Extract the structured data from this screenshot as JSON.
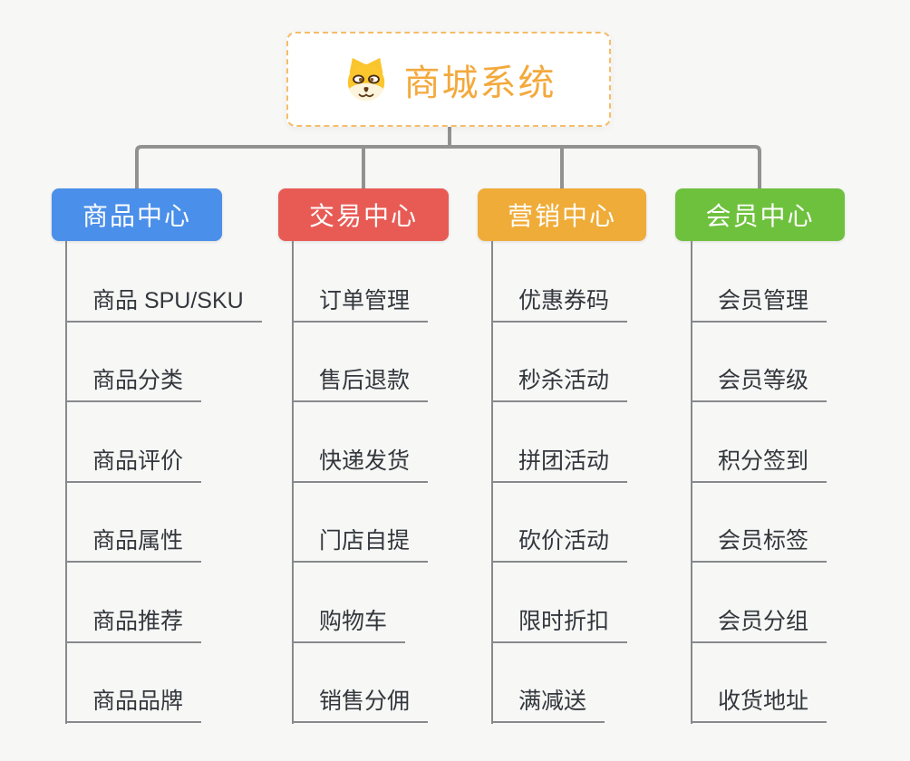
{
  "root": {
    "title": "商城系统",
    "icon": "dog-face-icon",
    "border_color": "#f5bd69",
    "title_color": "#f3a93c"
  },
  "connector_color": "#929292",
  "line_color": "#87898c",
  "background_color": "#f7f7f6",
  "branches": [
    {
      "label": "商品中心",
      "color": "#4a8fe9",
      "children": [
        "商品 SPU/SKU",
        "商品分类",
        "商品评价",
        "商品属性",
        "商品推荐",
        "商品品牌"
      ]
    },
    {
      "label": "交易中心",
      "color": "#e85b55",
      "children": [
        "订单管理",
        "售后退款",
        "快递发货",
        "门店自提",
        "购物车",
        "销售分佣"
      ]
    },
    {
      "label": "营销中心",
      "color": "#efac38",
      "children": [
        "优惠券码",
        "秒杀活动",
        "拼团活动",
        "砍价活动",
        "限时折扣",
        "满减送"
      ]
    },
    {
      "label": "会员中心",
      "color": "#6ec13d",
      "children": [
        "会员管理",
        "会员等级",
        "积分签到",
        "会员标签",
        "会员分组",
        "收货地址"
      ]
    }
  ]
}
